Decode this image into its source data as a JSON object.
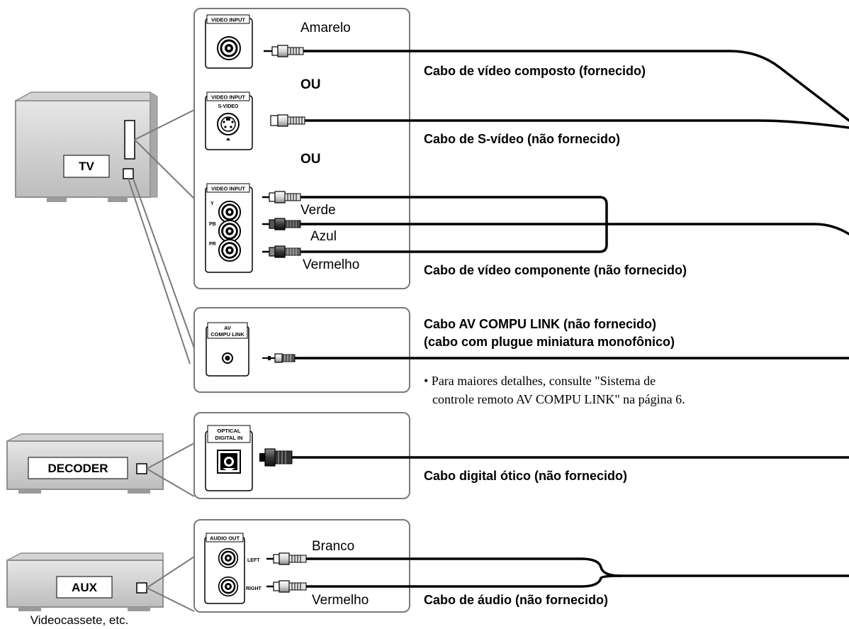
{
  "devices": {
    "tv": "TV",
    "decoder": "DECODER",
    "aux": "AUX",
    "aux_caption": "Videocassete, etc."
  },
  "jacks": {
    "video_input_1": "VIDEO INPUT",
    "video_input_2": "VIDEO INPUT",
    "s_video": "S-VIDEO",
    "video_input_3": "VIDEO INPUT",
    "y": "Y",
    "pb": "PB",
    "pr": "PR",
    "av": "AV",
    "compu_link": "COMPU LINK",
    "optical": "OPTICAL",
    "digital_in": "DIGITAL IN",
    "audio_out": "AUDIO OUT",
    "left": "LEFT",
    "right": "RIGHT"
  },
  "colors": {
    "amarelo": "Amarelo",
    "verde": "Verde",
    "azul": "Azul",
    "vermelho_video": "Vermelho",
    "branco": "Branco",
    "vermelho_audio": "Vermelho"
  },
  "separators": {
    "ou_1": "OU",
    "ou_2": "OU"
  },
  "cables": {
    "composite": "Cabo de vídeo composto (fornecido)",
    "svideo": "Cabo de S-vídeo  (não fornecido)",
    "component": "Cabo de vídeo componente (não fornecido)",
    "av_compu_link_1": "Cabo AV COMPU LINK (não fornecido)",
    "av_compu_link_2": "(cabo com plugue miniatura monofônico)",
    "optical": "Cabo digital ótico (não fornecido)",
    "audio": "Cabo de áudio (não fornecido)"
  },
  "note": {
    "line1": "• Para maiores detalhes, consulte \"Sistema de",
    "line2": "controle remoto AV COMPU LINK\" na página 6."
  }
}
